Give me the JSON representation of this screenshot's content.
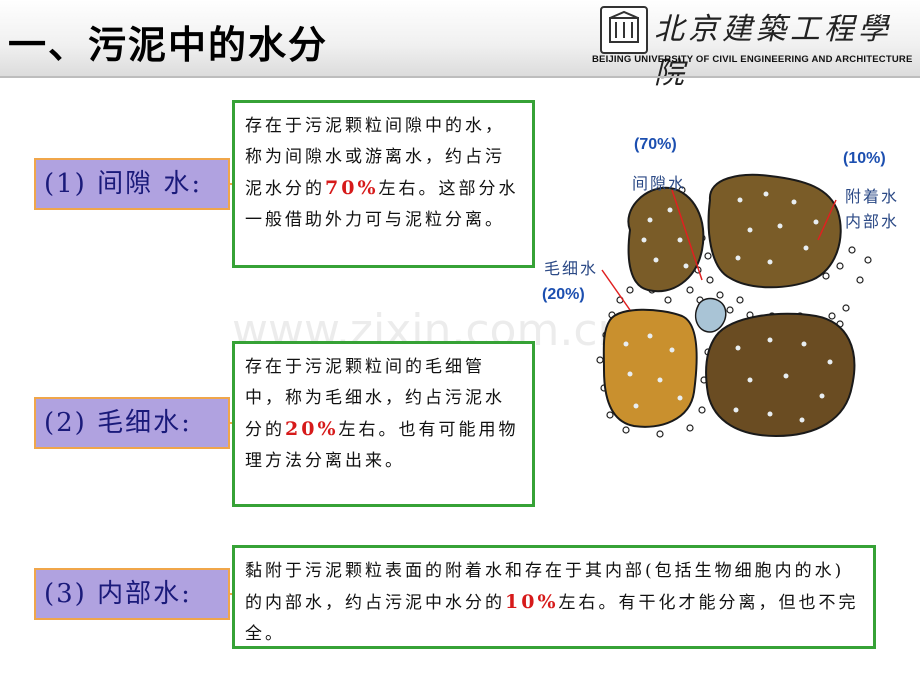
{
  "header": {
    "title": "一、污泥中的水分",
    "logo_cn": "北京建築工程學院",
    "logo_en": "BEIJING UNIVERSITY OF CIVIL ENGINEERING AND ARCHITECTURE"
  },
  "watermark": "www.zixin.com.cn",
  "sections": [
    {
      "label": "(1) 间隙 水:",
      "text_before": "存在于污泥颗粒间隙中的水，称为间隙水或游离水，约占污泥水分的",
      "percent": "70%",
      "text_after": "左右。这部分水一般借助外力可与泥粒分离。"
    },
    {
      "label": "(2) 毛细水:",
      "text_before": "存在于污泥颗粒间的毛细管中，称为毛细水，约占污泥水分的",
      "percent": "20%",
      "text_after": "左右。也有可能用物理方法分离出来。"
    },
    {
      "label": "(3) 内部水:",
      "text_before": "黏附于污泥颗粒表面的附着水和存在于其内部(包括生物细胞内的水)的内部水，约占污泥中水分的",
      "percent": "10%",
      "text_after": "左右。有干化才能分离，但也不完全。"
    }
  ],
  "diagram": {
    "interstitial": {
      "label": "间隙水",
      "percent": "(70%)"
    },
    "internal": {
      "label_line1": "附着水",
      "label_line2": "内部水",
      "percent": "(10%)"
    },
    "capillary": {
      "label": "毛细水",
      "percent": "(20%)"
    }
  },
  "colors": {
    "label_bg": "#b0a2e0",
    "label_border": "#f0a64a",
    "box_border": "#36a236",
    "highlight": "#d61a1a",
    "percent_blue": "#1c4fb0"
  }
}
